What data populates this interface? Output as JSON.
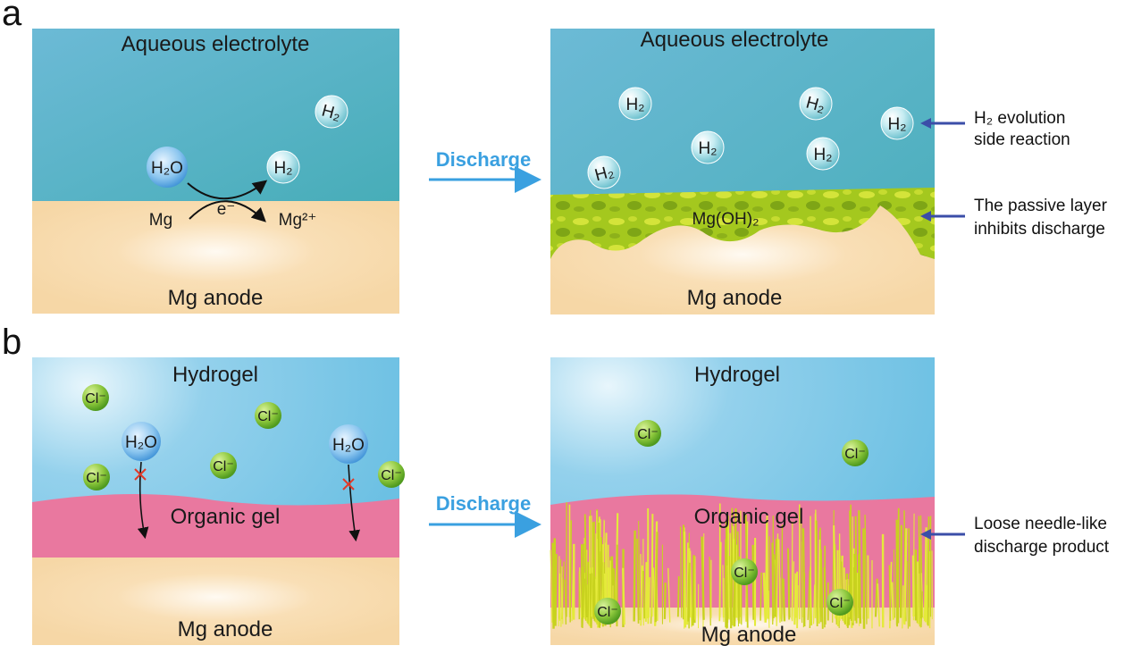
{
  "panel_a": {
    "letter": "a",
    "before": {
      "electrolyte_label": "Aqueous electrolyte",
      "anode_label": "Mg anode",
      "water": "H₂O",
      "hydrogen": "H₂",
      "mg": "Mg",
      "electron": "e⁻",
      "mg_ion": "Mg²⁺"
    },
    "process_label": "Discharge",
    "after": {
      "electrolyte_label": "Aqueous electrolyte",
      "anode_label": "Mg anode",
      "hydrogen": "H₂",
      "passive_layer": "Mg(OH)₂"
    },
    "annotations": [
      {
        "line1": "H₂ evolution",
        "line2": "side reaction"
      },
      {
        "line1": "The passive layer",
        "line2": "inhibits discharge"
      }
    ]
  },
  "panel_b": {
    "letter": "b",
    "before": {
      "hydrogel_label": "Hydrogel",
      "gel_label": "Organic gel",
      "anode_label": "Mg anode",
      "water": "H₂O",
      "chloride": "Cl⁻"
    },
    "process_label": "Discharge",
    "after": {
      "hydrogel_label": "Hydrogel",
      "gel_label": "Organic gel",
      "anode_label": "Mg anode",
      "chloride": "Cl⁻"
    },
    "annotations": [
      {
        "line1": "Loose needle-like",
        "line2": "discharge product"
      }
    ]
  },
  "colors": {
    "electrolyte": "#4fb3c6",
    "anode": "#f7d9aa",
    "passive": "#9bc21c",
    "gel": "#e9789f",
    "hydrogel": "#7cc8e6",
    "discharge": "#3aa0e0",
    "pointer": "#3b4ea8"
  }
}
